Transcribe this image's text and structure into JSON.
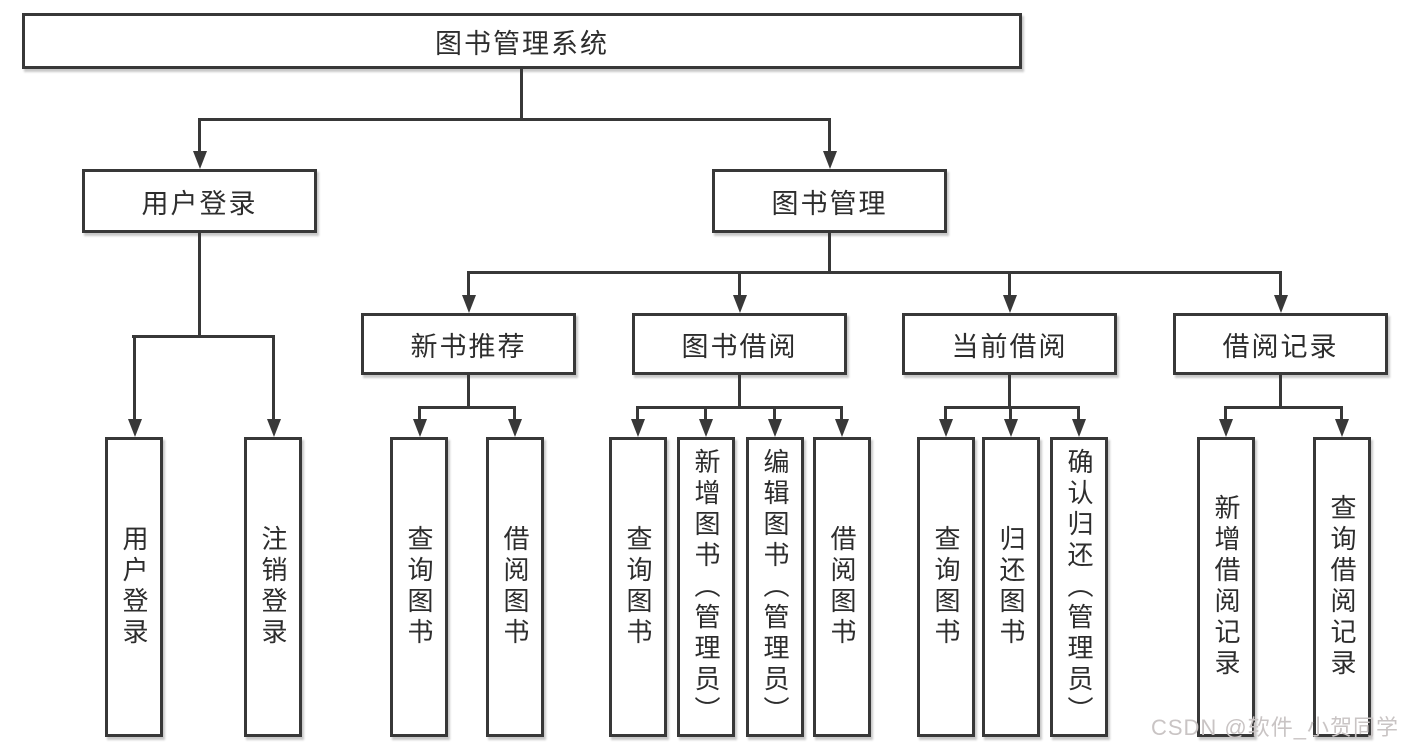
{
  "diagram": {
    "type": "hierarchy-tree",
    "line_color": "#383838",
    "box_border_color": "#383838",
    "box_background": "#ffffff",
    "text_color": "#2d2d2d"
  },
  "tree": {
    "root": {
      "label": "图书管理系统",
      "children": [
        {
          "label": "用户登录",
          "children": [
            {
              "label": "用户登录"
            },
            {
              "label": "注销登录"
            }
          ]
        },
        {
          "label": "图书管理",
          "children": [
            {
              "label": "新书推荐",
              "children": [
                {
                  "label": "查询图书"
                },
                {
                  "label": "借阅图书"
                }
              ]
            },
            {
              "label": "图书借阅",
              "children": [
                {
                  "label": "查询图书"
                },
                {
                  "label": "新增图书（管理员）"
                },
                {
                  "label": "编辑图书（管理员）"
                },
                {
                  "label": "借阅图书"
                }
              ]
            },
            {
              "label": "当前借阅",
              "children": [
                {
                  "label": "查询图书"
                },
                {
                  "label": "归还图书"
                },
                {
                  "label": "确认归还（管理员）"
                }
              ]
            },
            {
              "label": "借阅记录",
              "children": [
                {
                  "label": "新增借阅记录"
                },
                {
                  "label": "查询借阅记录"
                }
              ]
            }
          ]
        }
      ]
    }
  },
  "watermark": {
    "text": "CSDN @软件_小贺同学",
    "color": "#c9c4c4"
  }
}
